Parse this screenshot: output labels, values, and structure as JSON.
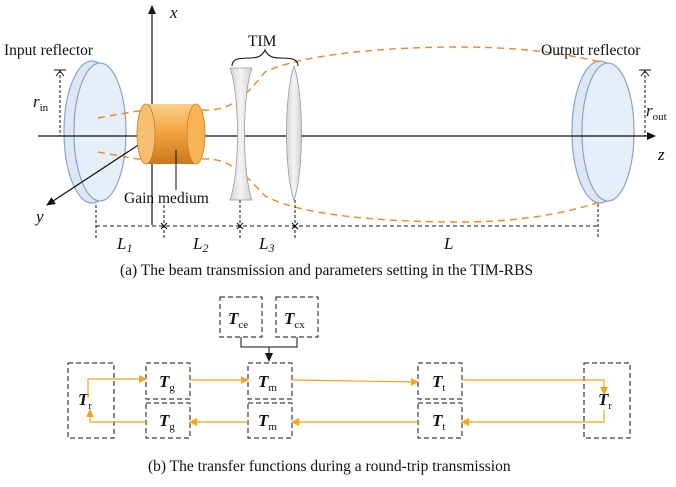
{
  "panel_a": {
    "axis_x": "x",
    "axis_y": "y",
    "axis_z": "z",
    "input_reflector": "Input reflector",
    "output_reflector": "Output reflector",
    "tim": "TIM",
    "gain_medium": "Gain medium",
    "r_in": {
      "main": "r",
      "sub": "in"
    },
    "r_out": {
      "main": "r",
      "sub": "out"
    },
    "distances": [
      {
        "main": "L",
        "sub": "1"
      },
      {
        "main": "L",
        "sub": "2"
      },
      {
        "main": "L",
        "sub": "3"
      },
      {
        "main": "L",
        "sub": ""
      }
    ],
    "caption": "(a) The beam transmission and parameters setting in the TIM-RBS"
  },
  "panel_b": {
    "T_ce": {
      "main": "T",
      "sub": "ce"
    },
    "T_cx": {
      "main": "T",
      "sub": "cx"
    },
    "blocks": {
      "reflector_left": {
        "main": "T",
        "sub": "r"
      },
      "gain_top": {
        "main": "T",
        "sub": "g"
      },
      "gain_bottom": {
        "main": "T",
        "sub": "g"
      },
      "medium_top": {
        "main": "T",
        "sub": "m"
      },
      "medium_bottom": {
        "main": "T",
        "sub": "m"
      },
      "tim_top": {
        "main": "T",
        "sub": "t"
      },
      "tim_bottom": {
        "main": "T",
        "sub": "t"
      },
      "reflector_right": {
        "main": "T",
        "sub": "r"
      }
    },
    "caption": "(b) The transfer functions during a round-trip transmission"
  },
  "colors": {
    "beam_orange": "#e8862a",
    "arrow_gold": "#f2a51c",
    "mirror_fill": "#dde7f5",
    "mirror_stroke": "#8aa2c8",
    "gain_orange": "#f2a640"
  }
}
